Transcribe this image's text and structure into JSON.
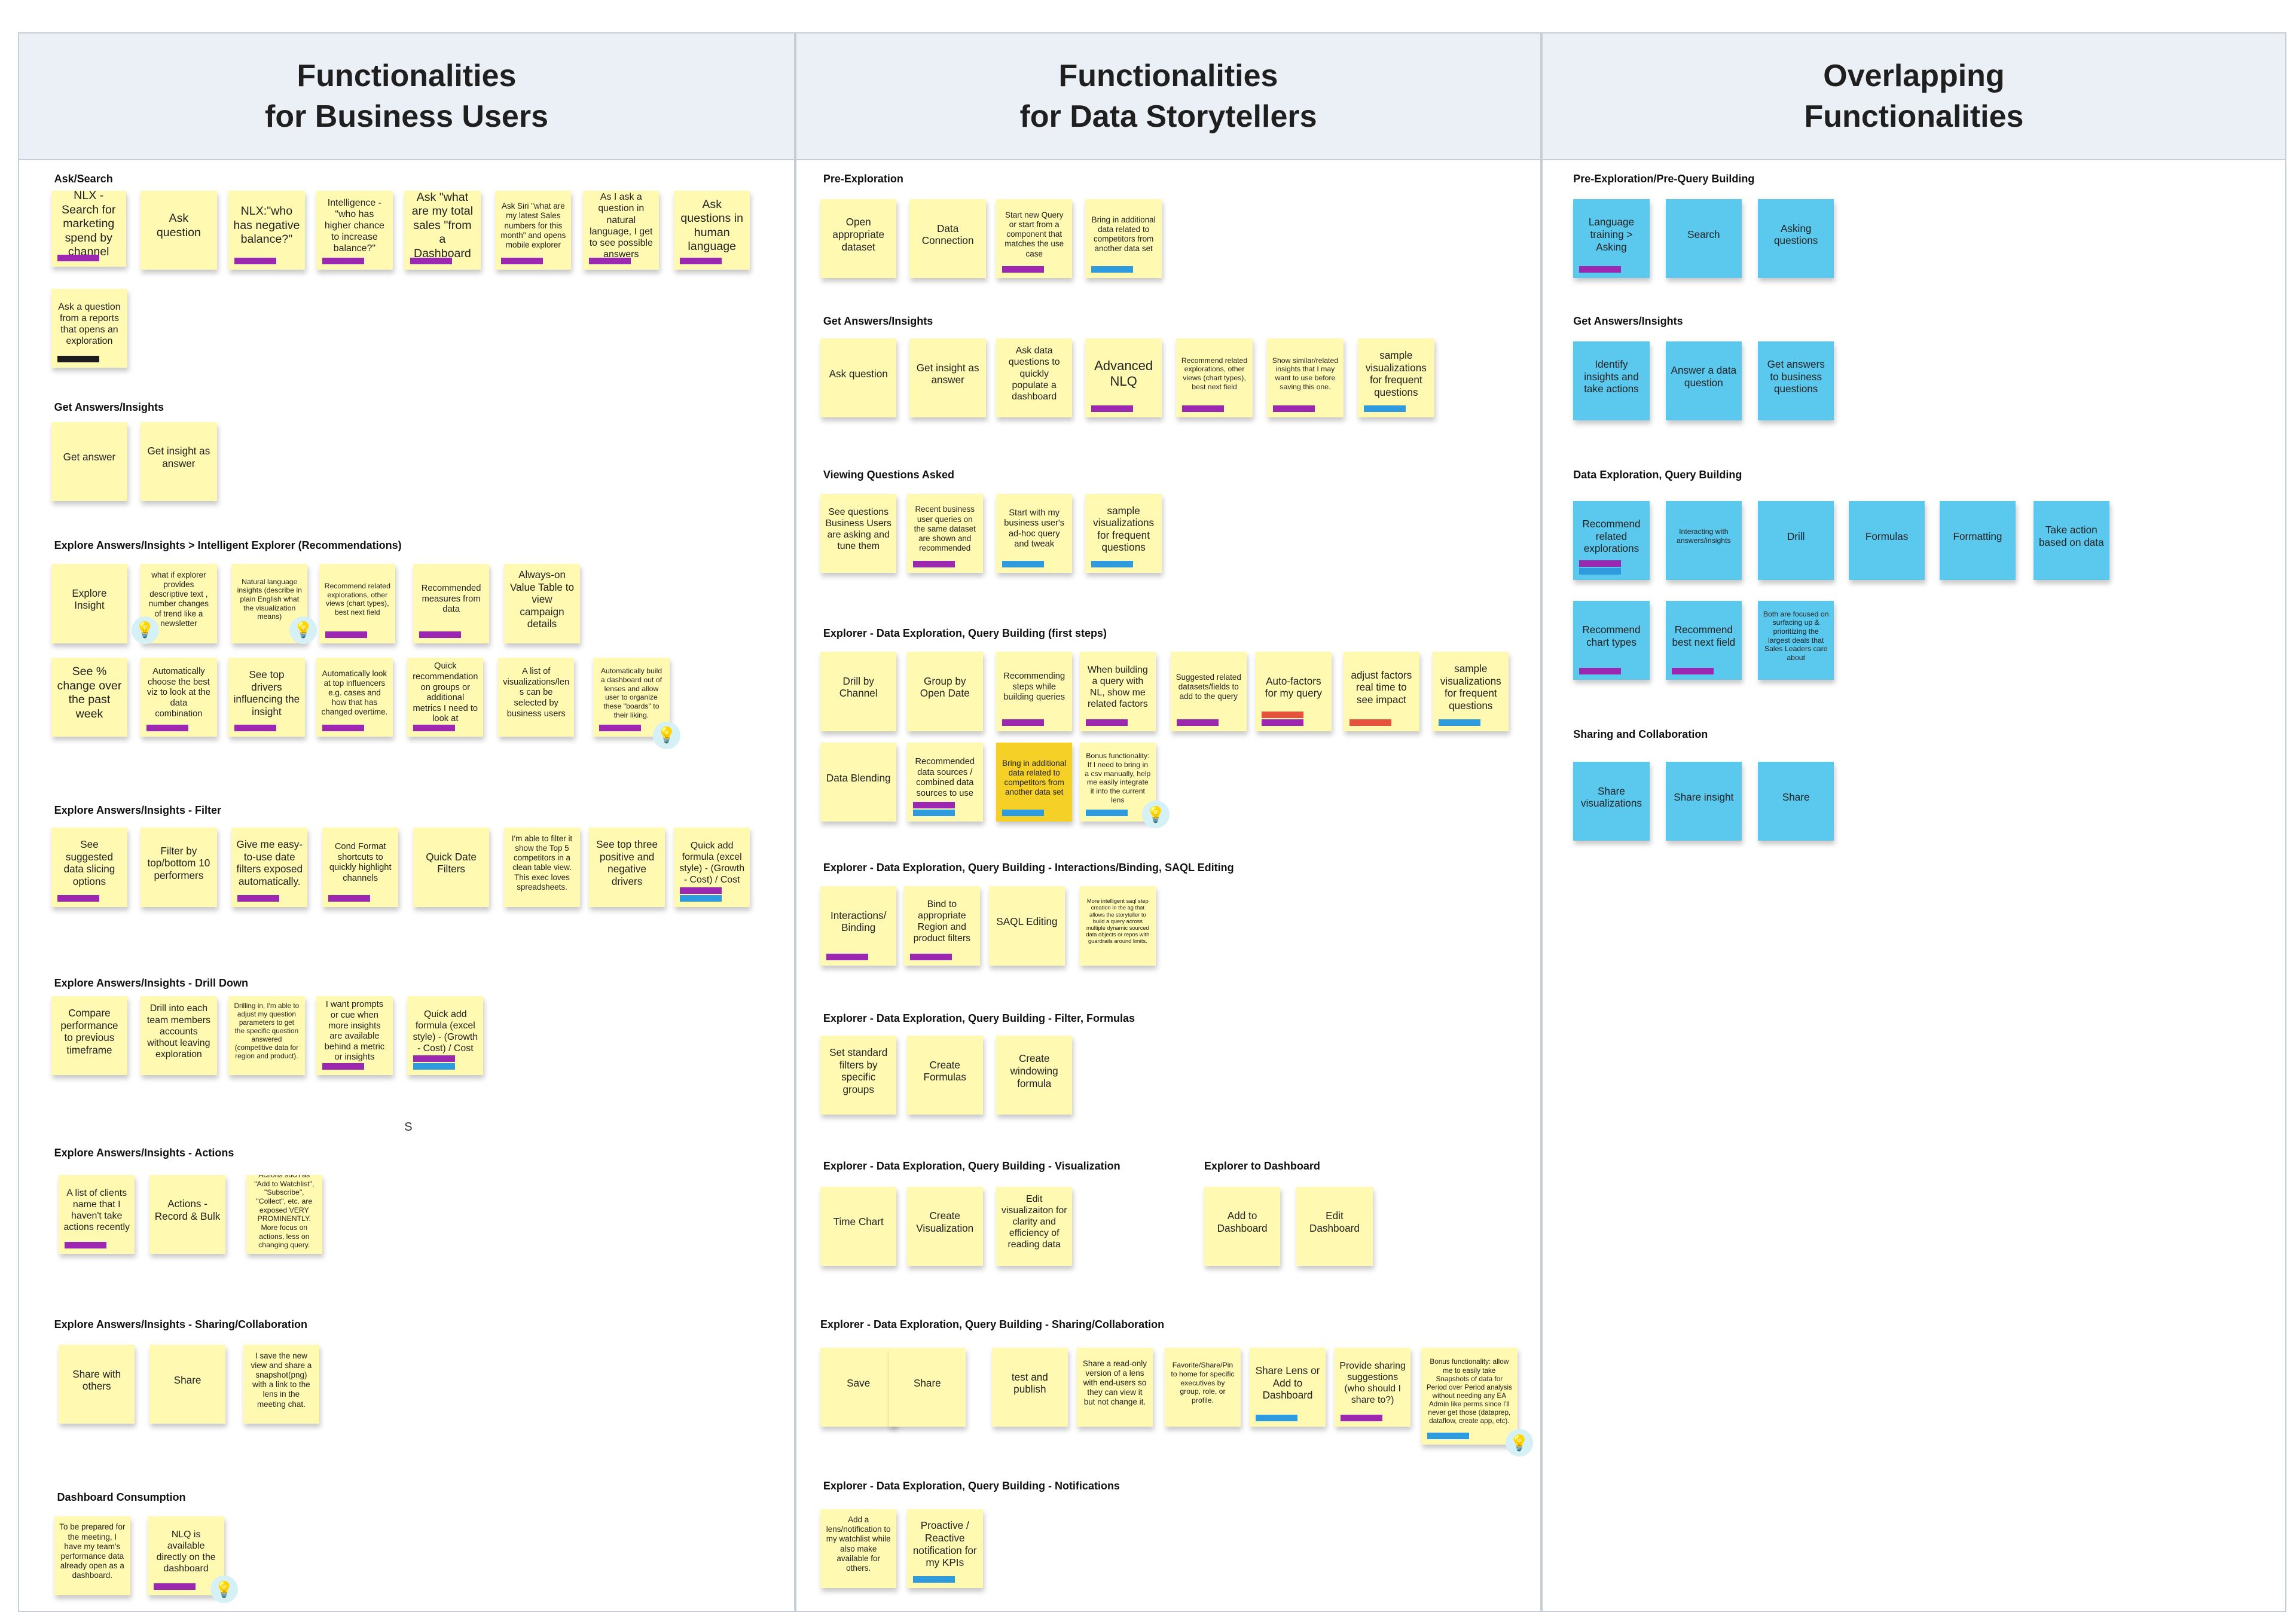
{
  "colors": {
    "yellow": "#fff9b1",
    "gold": "#f5d128",
    "blue": "#5bc8ee",
    "purple": "#9c27b0",
    "cyan": "#2d9bde",
    "black": "#1c1c1c",
    "red": "#e5533c",
    "header_bg": "#eaf0f6",
    "border": "#c7cdd4"
  },
  "columns": [
    {
      "line1": "Functionalities",
      "line2": "for Business Users"
    },
    {
      "line1": "Functionalities",
      "line2": "for Data Storytellers"
    },
    {
      "line1": "Overlapping",
      "line2": "Functionalities"
    }
  ],
  "sections": [
    "Ask/Search",
    "Get Answers/Insights",
    "Explore Answers/Insights > Intelligent Explorer (Recommendations)",
    "Explore Answers/Insights - Filter",
    "Explore Answers/Insights - Drill Down",
    "Explore Answers/Insights - Actions",
    "Explore Answers/Insights - Sharing/Collaboration",
    "Dashboard Consumption",
    "Pre-Exploration",
    "Get Answers/Insights",
    "Viewing Questions Asked",
    "Explorer - Data Exploration, Query Building (first steps)",
    "Explorer - Data Exploration, Query Building - Interactions/Binding, SAQL Editing",
    "Explorer - Data Exploration, Query Building - Filter, Formulas",
    "Explorer - Data Exploration, Query Building - Visualization",
    "Explorer to Dashboard",
    "Explorer - Data Exploration, Query Building - Sharing/Collaboration",
    "Explorer - Data Exploration, Query Building - Notifications",
    "Pre-Exploration/Pre-Query Building",
    "Get Answers/Insights",
    "Data Exploration, Query Building",
    "Sharing and Collaboration"
  ],
  "stray_text": "S",
  "stickies": [
    {
      "text": "NLX - Search for marketing spend by channel",
      "color": "yellow",
      "tags": [
        "purple"
      ]
    },
    {
      "text": "Ask question",
      "color": "yellow",
      "tags": []
    },
    {
      "text": "NLX:\"who has negative balance?\"",
      "color": "yellow",
      "tags": [
        "purple"
      ]
    },
    {
      "text": "Intelligence - \"who has higher chance to increase balance?\"",
      "color": "yellow",
      "tags": [
        "purple"
      ]
    },
    {
      "text": "Ask \"what are my total sales \"from a Dashboard",
      "color": "yellow",
      "tags": [
        "purple"
      ]
    },
    {
      "text": "Ask Siri \"what are my latest Sales numbers for this month\" and opens mobile explorer",
      "color": "yellow",
      "tags": [
        "purple"
      ]
    },
    {
      "text": "As I ask a question in natural language, I get to see possible answers",
      "color": "yellow",
      "tags": [
        "purple"
      ]
    },
    {
      "text": "Ask questions in human language",
      "color": "yellow",
      "tags": [
        "purple"
      ]
    },
    {
      "text": "Ask a question from a reports that opens an exploration",
      "color": "yellow",
      "tags": [
        "black"
      ]
    },
    {
      "text": "Get answer",
      "color": "yellow",
      "tags": []
    },
    {
      "text": "Get insight as answer",
      "color": "yellow",
      "tags": []
    },
    {
      "text": "Explore Insight",
      "color": "yellow",
      "tags": []
    },
    {
      "text": "what if explorer provides descriptive text , number changes of trend like a newsletter",
      "color": "yellow",
      "tags": []
    },
    {
      "text": "Natural language insights (describe in plain English what the visualization means)",
      "color": "yellow",
      "tags": []
    },
    {
      "text": "Recommend related explorations, other views (chart types), best next field",
      "color": "yellow",
      "tags": [
        "purple"
      ]
    },
    {
      "text": "Recommended measures from data",
      "color": "yellow",
      "tags": [
        "purple"
      ]
    },
    {
      "text": "Always-on Value Table to view campaign details",
      "color": "yellow",
      "tags": []
    },
    {
      "text": "See % change over the past week",
      "color": "yellow",
      "tags": []
    },
    {
      "text": "Automatically choose the best viz to look at the data combination",
      "color": "yellow",
      "tags": [
        "purple"
      ]
    },
    {
      "text": "See top drivers influencing the insight",
      "color": "yellow",
      "tags": [
        "purple"
      ]
    },
    {
      "text": "Automatically look at top influencers e.g. cases and how that has changed overtime.",
      "color": "yellow",
      "tags": [
        "purple"
      ]
    },
    {
      "text": "Quick recommendation on groups or additional metrics I need to look at",
      "color": "yellow",
      "tags": [
        "purple"
      ]
    },
    {
      "text": "A list of visualizations/lens can be selected by business users",
      "color": "yellow",
      "tags": []
    },
    {
      "text": "Automatically build a dashboard out of lenses and allow user to organize these \"boards\" to their liking.",
      "color": "yellow",
      "tags": [
        "purple"
      ]
    },
    {
      "text": "See suggested data slicing options",
      "color": "yellow",
      "tags": [
        "purple"
      ]
    },
    {
      "text": "Filter by top/bottom 10 performers",
      "color": "yellow",
      "tags": []
    },
    {
      "text": "Give me easy-to-use date filters exposed automatically.",
      "color": "yellow",
      "tags": [
        "purple"
      ]
    },
    {
      "text": "Cond Format shortcuts to quickly highlight channels",
      "color": "yellow",
      "tags": [
        "purple"
      ]
    },
    {
      "text": "Quick Date Filters",
      "color": "yellow",
      "tags": []
    },
    {
      "text": "I'm able to filter it show the Top 5 competitors in a clean table view. This exec loves spreadsheets.",
      "color": "yellow",
      "tags": []
    },
    {
      "text": "See top three positive and negative drivers",
      "color": "yellow",
      "tags": []
    },
    {
      "text": "Quick add formula (excel style) - (Growth - Cost) / Cost",
      "color": "yellow",
      "tags": [
        "purple",
        "cyan"
      ]
    },
    {
      "text": "Compare performance to previous timeframe",
      "color": "yellow",
      "tags": []
    },
    {
      "text": "Drill into each team members accounts without leaving exploration",
      "color": "yellow",
      "tags": []
    },
    {
      "text": "Drilling in, I'm able to adjust my question parameters to get the specific question answered (competitive data for region and product).",
      "color": "yellow",
      "tags": []
    },
    {
      "text": "I want prompts or cue when more insights are available behind a metric or insights",
      "color": "yellow",
      "tags": [
        "purple"
      ]
    },
    {
      "text": "Quick add formula (excel style) - (Growth - Cost) / Cost",
      "color": "yellow",
      "tags": [
        "purple",
        "cyan"
      ]
    },
    {
      "text": "A list of clients name that I haven't take actions recently",
      "color": "yellow",
      "tags": [
        "purple"
      ]
    },
    {
      "text": "Actions - Record & Bulk",
      "color": "yellow",
      "tags": []
    },
    {
      "text": "Actions such as \"Add to Watchlist\", \"Subscribe\", \"Collect\", etc. are exposed VERY PROMINENTLY. More focus on actions, less on changing query.",
      "color": "yellow",
      "tags": []
    },
    {
      "text": "Share with others",
      "color": "yellow",
      "tags": []
    },
    {
      "text": "Share",
      "color": "yellow",
      "tags": []
    },
    {
      "text": "I save the new view and share a snapshot(png) with a link to the lens in the meeting chat.",
      "color": "yellow",
      "tags": []
    },
    {
      "text": "To be prepared for the meeting, I have my team's performance data already open as a dashboard.",
      "color": "yellow",
      "tags": []
    },
    {
      "text": "NLQ is available directly on the dashboard",
      "color": "yellow",
      "tags": [
        "purple"
      ]
    },
    {
      "text": "Open appropriate dataset",
      "color": "yellow",
      "tags": []
    },
    {
      "text": "Data Connection",
      "color": "yellow",
      "tags": []
    },
    {
      "text": "Start new Query or start from a component that matches the use case",
      "color": "yellow",
      "tags": [
        "purple"
      ]
    },
    {
      "text": "Bring in additional data related to competitors from another data set",
      "color": "yellow",
      "tags": [
        "cyan"
      ]
    },
    {
      "text": "Ask question",
      "color": "yellow",
      "tags": []
    },
    {
      "text": "Get insight as answer",
      "color": "yellow",
      "tags": []
    },
    {
      "text": "Ask data questions to quickly populate a dashboard",
      "color": "yellow",
      "tags": []
    },
    {
      "text": "Advanced NLQ",
      "color": "yellow",
      "tags": [
        "purple"
      ]
    },
    {
      "text": "Recommend related explorations, other views (chart types), best next field",
      "color": "yellow",
      "tags": [
        "purple"
      ]
    },
    {
      "text": "Show similar/related insights that I may want to use before saving this one.",
      "color": "yellow",
      "tags": [
        "purple"
      ]
    },
    {
      "text": "sample visualizations for frequent questions",
      "color": "yellow",
      "tags": [
        "cyan"
      ]
    },
    {
      "text": "See questions Business Users are asking and tune them",
      "color": "yellow",
      "tags": []
    },
    {
      "text": "Recent business user queries on the same dataset are shown and recommended",
      "color": "yellow",
      "tags": [
        "purple"
      ]
    },
    {
      "text": "Start with my business user's ad-hoc query and tweak",
      "color": "yellow",
      "tags": [
        "cyan"
      ]
    },
    {
      "text": "sample visualizations for frequent questions",
      "color": "yellow",
      "tags": [
        "cyan"
      ]
    },
    {
      "text": "Drill by Channel",
      "color": "yellow",
      "tags": []
    },
    {
      "text": "Group by Open Date",
      "color": "yellow",
      "tags": []
    },
    {
      "text": "Recommending steps while building queries",
      "color": "yellow",
      "tags": [
        "purple"
      ]
    },
    {
      "text": "When building a query with NL, show me related factors",
      "color": "yellow",
      "tags": [
        "purple"
      ]
    },
    {
      "text": "Suggested related datasets/fields to add to the query",
      "color": "yellow",
      "tags": [
        "purple"
      ]
    },
    {
      "text": "Auto-factors for my query",
      "color": "yellow",
      "tags": [
        "red",
        "purple"
      ]
    },
    {
      "text": "adjust factors real time to see impact",
      "color": "yellow",
      "tags": [
        "red"
      ]
    },
    {
      "text": "sample visualizations for frequent questions",
      "color": "yellow",
      "tags": [
        "cyan"
      ]
    },
    {
      "text": "Data Blending",
      "color": "yellow",
      "tags": []
    },
    {
      "text": "Recommended data sources / combined data sources to use",
      "color": "yellow",
      "tags": [
        "purple",
        "cyan"
      ]
    },
    {
      "text": "Bring in additional data related to competitors from another data set",
      "color": "gold",
      "tags": [
        "cyan"
      ]
    },
    {
      "text": "Bonus functionality: If I need to bring in a csv manually, help me easily integrate it into the current lens",
      "color": "yellow",
      "tags": [
        "cyan"
      ]
    },
    {
      "text": "Interactions/ Binding",
      "color": "yellow",
      "tags": [
        "purple"
      ]
    },
    {
      "text": "Bind to appropriate Region and product filters",
      "color": "yellow",
      "tags": [
        "purple"
      ]
    },
    {
      "text": "SAQL Editing",
      "color": "yellow",
      "tags": []
    },
    {
      "text": "More intelligent saql step creation in the ag that allows the storyteller to build a query across multiple dynamic sourced data objects or repos with guardrails around limits.",
      "color": "yellow",
      "tags": []
    },
    {
      "text": "Set standard filters by specific groups",
      "color": "yellow",
      "tags": []
    },
    {
      "text": "Create Formulas",
      "color": "yellow",
      "tags": []
    },
    {
      "text": "Create windowing formula",
      "color": "yellow",
      "tags": []
    },
    {
      "text": "Time Chart",
      "color": "yellow",
      "tags": []
    },
    {
      "text": "Create Visualization",
      "color": "yellow",
      "tags": []
    },
    {
      "text": "Edit visualizaiton for clarity and efficiency of reading data",
      "color": "yellow",
      "tags": []
    },
    {
      "text": "Add to Dashboard",
      "color": "yellow",
      "tags": []
    },
    {
      "text": "Edit Dashboard",
      "color": "yellow",
      "tags": []
    },
    {
      "text": "Save",
      "color": "yellow",
      "tags": []
    },
    {
      "text": "Share",
      "color": "yellow",
      "tags": []
    },
    {
      "text": "test and publish",
      "color": "yellow",
      "tags": []
    },
    {
      "text": "Share a read-only version of a lens with end-users so they can view it but not change it.",
      "color": "yellow",
      "tags": []
    },
    {
      "text": "Favorite/Share/Pin to home for specific executives by group, role, or profile.",
      "color": "yellow",
      "tags": []
    },
    {
      "text": "Share Lens or Add to Dashboard",
      "color": "yellow",
      "tags": [
        "cyan"
      ]
    },
    {
      "text": "Provide sharing suggestions (who should I share to?)",
      "color": "yellow",
      "tags": [
        "purple"
      ]
    },
    {
      "text": "Bonus functionality: allow me to easily take Snapshots of data for Period over Period analysis without needing any EA Admin like perms since I'll never get those (dataprep, dataflow, create app, etc).",
      "color": "yellow",
      "tags": [
        "cyan"
      ]
    },
    {
      "text": "Add a lens/notification to my watchlist while also make available for others.",
      "color": "yellow",
      "tags": []
    },
    {
      "text": "Proactive / Reactive notification for my KPIs",
      "color": "yellow",
      "tags": [
        "cyan"
      ]
    },
    {
      "text": "Language training > Asking",
      "color": "blue",
      "tags": [
        "purple"
      ]
    },
    {
      "text": "Search",
      "color": "blue",
      "tags": []
    },
    {
      "text": "Asking questions",
      "color": "blue",
      "tags": []
    },
    {
      "text": "Identify insights and take actions",
      "color": "blue",
      "tags": []
    },
    {
      "text": "Answer a data question",
      "color": "blue",
      "tags": []
    },
    {
      "text": "Get answers to business questions",
      "color": "blue",
      "tags": []
    },
    {
      "text": "Recommend related explorations",
      "color": "blue",
      "tags": [
        "purple",
        "cyan"
      ]
    },
    {
      "text": "Interacting with answers/insights",
      "color": "blue",
      "tags": []
    },
    {
      "text": "Drill",
      "color": "blue",
      "tags": []
    },
    {
      "text": "Formulas",
      "color": "blue",
      "tags": []
    },
    {
      "text": "Formatting",
      "color": "blue",
      "tags": []
    },
    {
      "text": "Take action based on data",
      "color": "blue",
      "tags": []
    },
    {
      "text": "Recommend chart types",
      "color": "blue",
      "tags": [
        "purple"
      ]
    },
    {
      "text": "Recommend best next field",
      "color": "blue",
      "tags": [
        "purple"
      ]
    },
    {
      "text": "Both are focused on surfacing up & prioritizing the largest deals that Sales Leaders care about",
      "color": "blue",
      "tags": []
    },
    {
      "text": "Share visualizations",
      "color": "blue",
      "tags": []
    },
    {
      "text": "Share insight",
      "color": "blue",
      "tags": []
    },
    {
      "text": "Share",
      "color": "blue",
      "tags": []
    }
  ]
}
